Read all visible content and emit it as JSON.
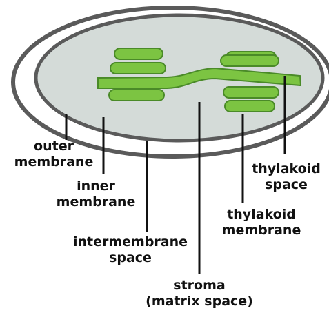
{
  "colors": {
    "outer_stroke": "#5a5a5a",
    "envelope_fill": "#ffffff",
    "stroma_fill": "#d4dbd8",
    "thylakoid_fill": "#7cc442",
    "thylakoid_stroke": "#4a8a28",
    "leader_line": "#111111",
    "label_text": "#111111"
  },
  "labels": {
    "outer_membrane": [
      "outer",
      "membrane"
    ],
    "inner_membrane": [
      "inner",
      "membrane"
    ],
    "intermembrane_space": [
      "intermembrane",
      "space"
    ],
    "stroma": [
      "stroma",
      "(matrix space)"
    ],
    "thylakoid_membrane": [
      "thylakoid",
      "membrane"
    ],
    "thylakoid_space": [
      "thylakoid",
      "space"
    ]
  }
}
